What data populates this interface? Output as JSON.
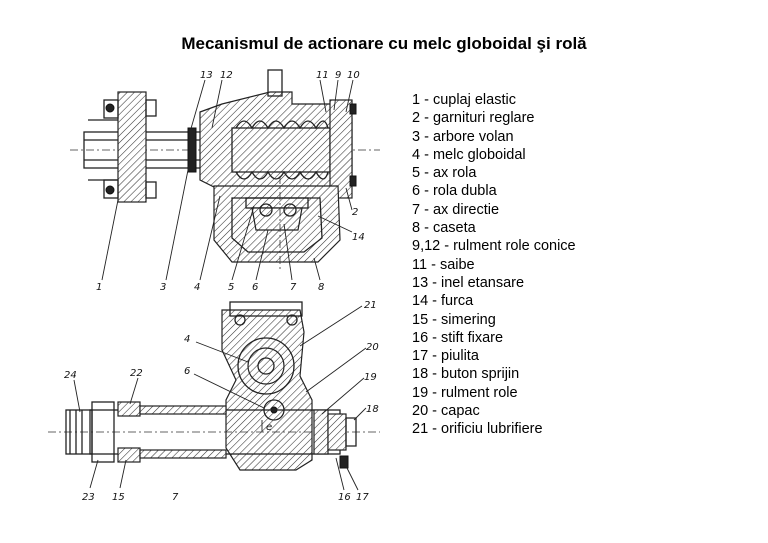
{
  "title": "Mecanismul de actionare cu melc globoidal şi rolă",
  "legend": [
    "1 - cuplaj elastic",
    "2 - garnituri reglare",
    "3 - arbore volan",
    "4 - melc globoidal",
    "5 - ax rola",
    "6 - rola dubla",
    "7 - ax directie",
    "8 - caseta",
    "9,12 - rulment role conice",
    "11 - saibe",
    "13 - inel etansare",
    "14 - furca",
    "15 - simering",
    "16 - stift fixare",
    "17 - piulita",
    "18 - buton sprijin",
    "19 - rulment role",
    "20 - capac",
    "21 - orificiu lubrifiere"
  ],
  "callouts": {
    "top": [
      "13",
      "12",
      "11",
      "9",
      "10",
      "2",
      "14",
      "1",
      "3",
      "4",
      "5",
      "6",
      "7",
      "8"
    ],
    "bottom": [
      "21",
      "4",
      "6",
      "20",
      "19",
      "18",
      "24",
      "22",
      "23",
      "15",
      "7",
      "16",
      "17",
      "e"
    ]
  }
}
